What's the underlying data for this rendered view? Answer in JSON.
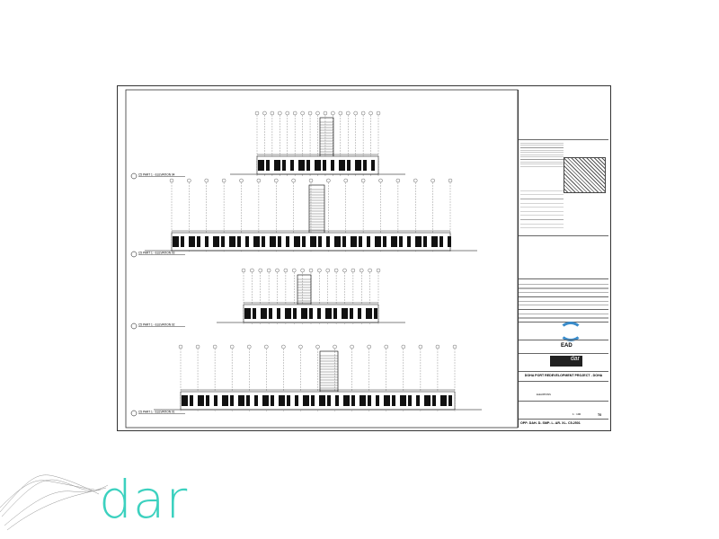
{
  "drawing": {
    "elevations": [
      {
        "label": "C5 PART 1 - ELEVATION 04",
        "number": "4"
      },
      {
        "label": "C5 PART 1 - ELEVATION 03",
        "number": "3"
      },
      {
        "label": "C5 PART 1 - ELEVATION 02",
        "number": "2"
      },
      {
        "label": "C5 PART 1 - ELEVATION 01",
        "number": "1"
      }
    ]
  },
  "title_block": {
    "project": "DOHA PORT REDEVELOPMENT PROJECT - DOHA",
    "consultant_logo": "dar",
    "drawing_title": "ELEVATIONS",
    "scale": "1 : 100",
    "sheet_number": "OPP- DAH- D- SMP- L- AR- XL- C5-2501",
    "revision": "T0"
  },
  "brand": {
    "logo_text": "dar",
    "color": "#3cd1bf"
  }
}
